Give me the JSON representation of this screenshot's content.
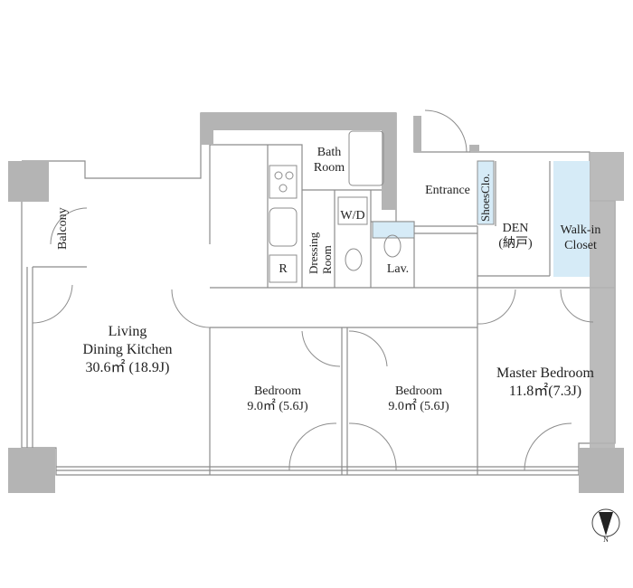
{
  "rooms": {
    "bath": [
      "Bath",
      "Room"
    ],
    "entrance": "Entrance",
    "shoes_closet": "ShoesClo.",
    "den": [
      "DEN",
      "(納戸)"
    ],
    "walk_in_closet": [
      "Walk-in",
      "Closet"
    ],
    "balcony": "Balcony",
    "dressing_room": [
      "Dressing",
      "Room"
    ],
    "washer_dryer": "W/D",
    "refrigerator": "R",
    "lavatory": "Lav.",
    "living": [
      "Living",
      "Dining Kitchen",
      "30.6㎡ (18.9J)"
    ],
    "bedroom_1": [
      "Bedroom",
      "9.0㎡ (5.6J)"
    ],
    "bedroom_2": [
      "Bedroom",
      "9.0㎡ (5.6J)"
    ],
    "master_bedroom": [
      "Master Bedroom",
      "11.8㎡(7.3J)"
    ]
  },
  "compass": {
    "label": "N"
  },
  "colors": {
    "wall": "#b4b4b4",
    "closet_fill": "#d6ebf7",
    "line": "#8c8c8c"
  }
}
